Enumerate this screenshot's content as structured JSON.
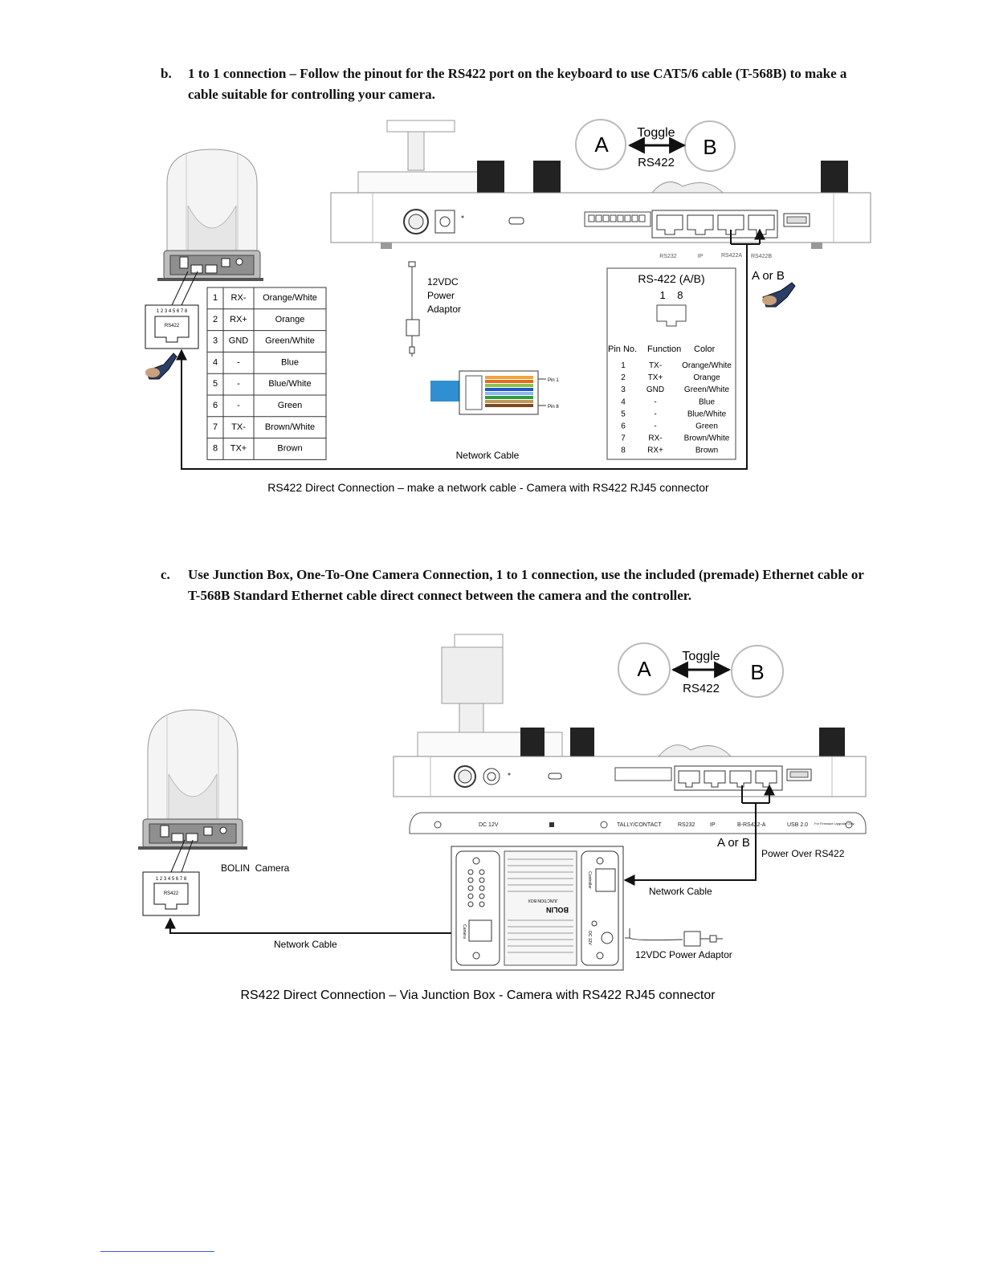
{
  "section_b": {
    "letter": "b.",
    "text": "1 to 1 connection – Follow the pinout for the RS422 port on the keyboard to use CAT5/6 cable (T-568B) to make a cable suitable for controlling your camera."
  },
  "diagram_b": {
    "toggle": {
      "a": "A",
      "b": "B",
      "label": "Toggle",
      "sub": "RS422"
    },
    "port_labels": [
      "RS232",
      "IP",
      "RS422A",
      "RS422B"
    ],
    "a_or_b": "A or B",
    "camera_port": {
      "pins": "1 2 3 4 5 6 7 8",
      "label": "RS422"
    },
    "camera_pinout": [
      {
        "pin": "1",
        "func": "RX-",
        "color": "Orange/White"
      },
      {
        "pin": "2",
        "func": "RX+",
        "color": "Orange"
      },
      {
        "pin": "3",
        "func": "GND",
        "color": "Green/White"
      },
      {
        "pin": "4",
        "func": "-",
        "color": "Blue"
      },
      {
        "pin": "5",
        "func": "-",
        "color": "Blue/White"
      },
      {
        "pin": "6",
        "func": "-",
        "color": "Green"
      },
      {
        "pin": "7",
        "func": "TX-",
        "color": "Brown/White"
      },
      {
        "pin": "8",
        "func": "TX+",
        "color": "Brown"
      }
    ],
    "power": [
      "12VDC",
      "Power",
      "Adaptor"
    ],
    "pin1": "Pin 1",
    "pin8": "Pin 8",
    "network_cable": "Network Cable",
    "keyboard_pinout": {
      "title": "RS-422 (A/B)",
      "pin_range": "1    8",
      "headers": [
        "Pin No.",
        "Function",
        "Color"
      ],
      "rows": [
        {
          "pin": "1",
          "func": "TX-",
          "color": "Orange/White"
        },
        {
          "pin": "2",
          "func": "TX+",
          "color": "Orange"
        },
        {
          "pin": "3",
          "func": "GND",
          "color": "Green/White"
        },
        {
          "pin": "4",
          "func": "-",
          "color": "Blue"
        },
        {
          "pin": "5",
          "func": "-",
          "color": "Blue/White"
        },
        {
          "pin": "6",
          "func": "-",
          "color": "Green"
        },
        {
          "pin": "7",
          "func": "RX-",
          "color": "Brown/White"
        },
        {
          "pin": "8",
          "func": "RX+",
          "color": "Brown"
        }
      ]
    },
    "caption": "RS422 Direct Connection – make a network cable - Camera with RS422 RJ45 connector"
  },
  "section_c": {
    "letter": "c.",
    "text": "Use Junction Box, One-To-One Camera Connection, 1 to 1 connection, use the included (premade) Ethernet cable or T-568B Standard Ethernet cable direct connect between the camera and the controller."
  },
  "diagram_c": {
    "toggle": {
      "a": "A",
      "b": "B",
      "label": "Toggle",
      "sub": "RS422"
    },
    "rear_labels": [
      "DC 12V",
      "TALLY/CONTACT",
      "RS232",
      "IP",
      "B-RS422-A",
      "USB 2.0"
    ],
    "usb_note": "For Firmware Upgrade Only",
    "a_or_b": "A or B",
    "power_over": "Power Over RS422",
    "camera_name": "BOLIN  Camera",
    "camera_port": {
      "pins": "1 2 3 4 5 6 7 8",
      "label": "RS422"
    },
    "network_cable_left": "Network Cable",
    "network_cable_right": "Network Cable",
    "power_adaptor": "12VDC Power Adaptor",
    "jbox_labels": {
      "camera": "Camera",
      "controller": "Controller",
      "brand": "BOLIN",
      "model": "JUNCTION BOX",
      "dc": "DC 12V"
    },
    "caption": "RS422 Direct Connection – Via Junction Box - Camera with RS422 RJ45 connector"
  }
}
